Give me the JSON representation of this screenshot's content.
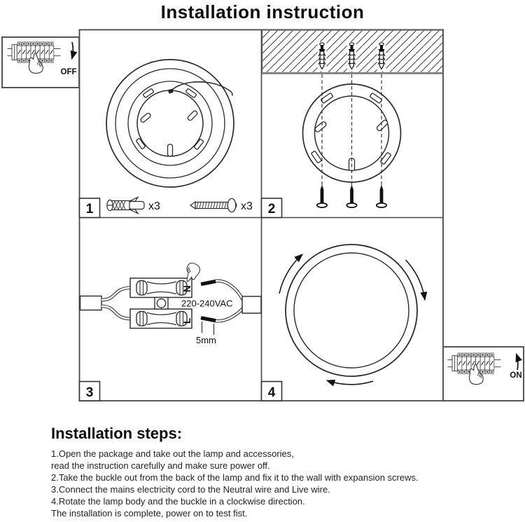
{
  "title": "Installation instruction",
  "colors": {
    "ink": "#2b2b2b",
    "background": "#ffffff"
  },
  "power_off": {
    "label": "OFF"
  },
  "power_on": {
    "label": "ON"
  },
  "panels": {
    "p1": {
      "number": "1",
      "anchor_qty": "x3",
      "screw_qty": "x3"
    },
    "p2": {
      "number": "2"
    },
    "p3": {
      "number": "3",
      "voltage": "220-240VAC",
      "strip_length": "5mm",
      "neutral_label": "N",
      "live_label": "L"
    },
    "p4": {
      "number": "4"
    }
  },
  "steps": {
    "heading": "Installation steps:",
    "lines": [
      "1.Open the package and take out the lamp and accessories,",
      "read the instruction carefully and make sure power off.",
      "2.Take the buckle out from the back of the lamp and fix it to the wall with expansion screws.",
      "3.Connect the mains electricity cord to the Neutral wire and Live wire.",
      "4.Rotate the lamp body and the buckle in a clockwise direction.",
      "The installation is complete, power on to test fist."
    ]
  }
}
